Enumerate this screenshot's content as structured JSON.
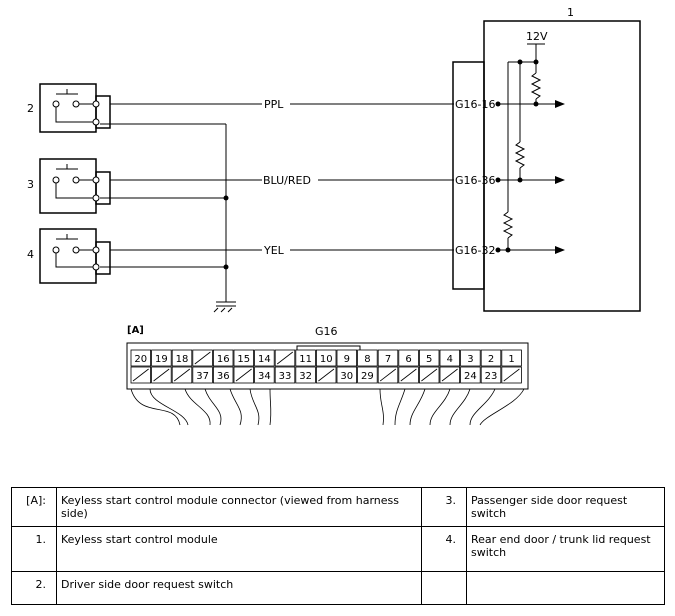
{
  "diagram": {
    "module_callout": "1",
    "supply_voltage": "12V",
    "switch_callouts": [
      "2",
      "3",
      "4"
    ],
    "wires": [
      {
        "color_code": "PPL",
        "terminal": "G16-16"
      },
      {
        "color_code": "BLU/RED",
        "terminal": "G16-36"
      },
      {
        "color_code": "YEL",
        "terminal": "G16-32"
      }
    ]
  },
  "connector": {
    "view_label": "[A]",
    "name": "G16",
    "top_row": [
      "20",
      "19",
      "18",
      "",
      "16",
      "15",
      "14",
      "",
      "11",
      "10",
      "9",
      "8",
      "7",
      "6",
      "5",
      "4",
      "3",
      "2",
      "1"
    ],
    "bottom_row": [
      "",
      "",
      "",
      "37",
      "36",
      "",
      "34",
      "33",
      "32",
      "",
      "30",
      "29",
      "",
      "",
      "",
      "",
      "24",
      "23",
      ""
    ]
  },
  "legend": {
    "rows": [
      {
        "left_num": "[A]:",
        "left_text": "Keyless start control module connector (viewed from harness side)",
        "right_num": "3.",
        "right_text": "Passenger side door request switch"
      },
      {
        "left_num": "1.",
        "left_text": "Keyless start control module",
        "right_num": "4.",
        "right_text": "Rear end door / trunk lid request switch"
      },
      {
        "left_num": "2.",
        "left_text": "Driver side door request switch",
        "right_num": "",
        "right_text": ""
      }
    ]
  }
}
